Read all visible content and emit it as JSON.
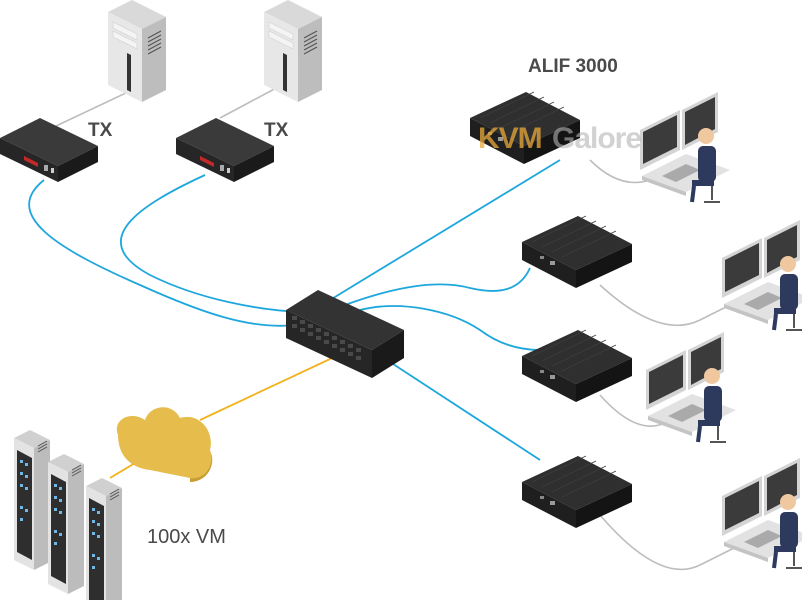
{
  "diagram": {
    "title": "KVM over IP network topology",
    "labels": {
      "tx_left": "TX",
      "tx_right": "TX",
      "receiver_model": "ALIF 3000",
      "virtual_machines": "100x VM"
    },
    "watermark": {
      "part1": "KVM",
      "part2": "Galore"
    },
    "colors": {
      "fiber_link": "#1ea7dd",
      "cloud_link": "#f2b21c",
      "copper_link": "#bdbdbd",
      "device_body": "#2b2b2b",
      "cloud": "#e6bd4c",
      "label_text": "#4a4a4a",
      "watermark_orange": "#e9a93a",
      "watermark_gray": "#b5b5b5"
    },
    "nodes": [
      {
        "id": "pc-1",
        "type": "tower-computer"
      },
      {
        "id": "pc-2",
        "type": "tower-computer"
      },
      {
        "id": "tx-1",
        "type": "transmitter"
      },
      {
        "id": "tx-2",
        "type": "transmitter"
      },
      {
        "id": "switch",
        "type": "network-switch"
      },
      {
        "id": "cloud",
        "type": "cloud"
      },
      {
        "id": "vm-racks",
        "type": "server-rack",
        "count": 3
      },
      {
        "id": "rx-1",
        "type": "receiver"
      },
      {
        "id": "rx-2",
        "type": "receiver"
      },
      {
        "id": "rx-3",
        "type": "receiver"
      },
      {
        "id": "rx-4",
        "type": "receiver"
      },
      {
        "id": "ws-1",
        "type": "workstation"
      },
      {
        "id": "ws-2",
        "type": "workstation"
      },
      {
        "id": "ws-3",
        "type": "workstation"
      },
      {
        "id": "ws-4",
        "type": "workstation"
      }
    ],
    "links": [
      {
        "from": "pc-1",
        "to": "tx-1",
        "kind": "copper"
      },
      {
        "from": "pc-2",
        "to": "tx-2",
        "kind": "copper"
      },
      {
        "from": "tx-1",
        "to": "switch",
        "kind": "fiber"
      },
      {
        "from": "tx-2",
        "to": "switch",
        "kind": "fiber"
      },
      {
        "from": "vm-racks",
        "to": "cloud",
        "kind": "cloud"
      },
      {
        "from": "cloud",
        "to": "switch",
        "kind": "cloud"
      },
      {
        "from": "switch",
        "to": "rx-1",
        "kind": "fiber"
      },
      {
        "from": "switch",
        "to": "rx-2",
        "kind": "fiber"
      },
      {
        "from": "switch",
        "to": "rx-3",
        "kind": "fiber"
      },
      {
        "from": "switch",
        "to": "rx-4",
        "kind": "fiber"
      },
      {
        "from": "rx-1",
        "to": "ws-1",
        "kind": "copper"
      },
      {
        "from": "rx-2",
        "to": "ws-2",
        "kind": "copper"
      },
      {
        "from": "rx-3",
        "to": "ws-3",
        "kind": "copper"
      },
      {
        "from": "rx-4",
        "to": "ws-4",
        "kind": "copper"
      }
    ]
  }
}
